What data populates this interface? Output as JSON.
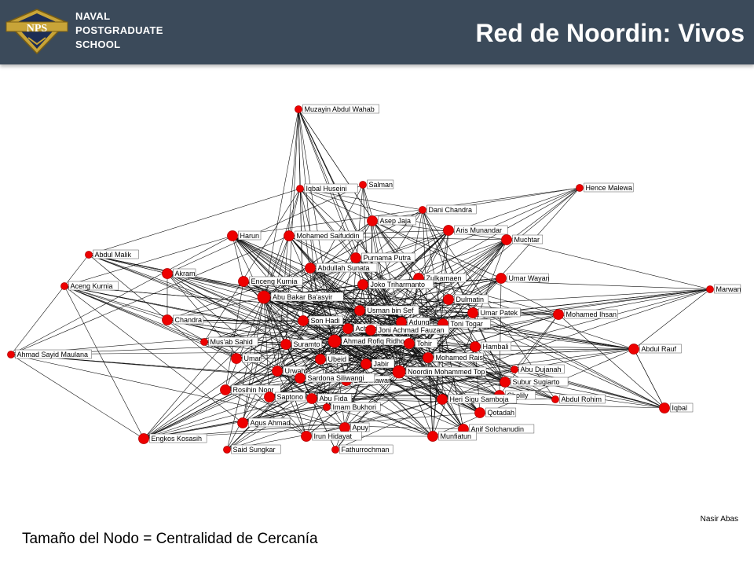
{
  "header": {
    "institution_lines": [
      "NAVAL",
      "POSTGRADUATE",
      "SCHOOL"
    ],
    "logo_text": "NPS",
    "title": "Red de Noordin: Vivos",
    "header_color": "#3b4a5a"
  },
  "caption": "Tamaño del Nodo = Centralidad de Cercanía",
  "credit": "Nasir Abas",
  "graph": {
    "node_color": "#ee0000",
    "nodes": [
      {
        "id": "Muzayin Abdul Wahab",
        "size": "small"
      },
      {
        "id": "Iqbal Huseini",
        "size": "small"
      },
      {
        "id": "Salman",
        "size": "small"
      },
      {
        "id": "Hence Malewa",
        "size": "small"
      },
      {
        "id": "Dani Chandra",
        "size": "small"
      },
      {
        "id": "Asep Jaja",
        "size": "medium"
      },
      {
        "id": "Aris Munandar",
        "size": "medium"
      },
      {
        "id": "Harun",
        "size": "medium"
      },
      {
        "id": "Mohamed Saifuddin",
        "size": "medium"
      },
      {
        "id": "Muchtar",
        "size": "medium"
      },
      {
        "id": "Abdul Malik",
        "size": "small"
      },
      {
        "id": "Purnama Putra",
        "size": "medium"
      },
      {
        "id": "Akram",
        "size": "medium"
      },
      {
        "id": "Abdullah Sunata",
        "size": "medium"
      },
      {
        "id": "Zulkarnaen",
        "size": "medium"
      },
      {
        "id": "Umar Wayan",
        "size": "medium"
      },
      {
        "id": "Aceng Kurnia",
        "size": "small"
      },
      {
        "id": "Enceng Kurnia",
        "size": "medium"
      },
      {
        "id": "Joko Triharmanto",
        "size": "medium"
      },
      {
        "id": "Marwan",
        "size": "small"
      },
      {
        "id": "Abu Bakar Ba'asyir",
        "size": "large"
      },
      {
        "id": "Dulmatin",
        "size": "medium"
      },
      {
        "id": "Usman bin Sef",
        "size": "medium"
      },
      {
        "id": "Umar Patek",
        "size": "medium"
      },
      {
        "id": "Mohamed Ihsan",
        "size": "medium"
      },
      {
        "id": "Chandra",
        "size": "medium"
      },
      {
        "id": "Son Hadi",
        "size": "medium"
      },
      {
        "id": "Adung",
        "size": "medium"
      },
      {
        "id": "Toni Togar",
        "size": "medium"
      },
      {
        "id": "Achmad",
        "size": "medium"
      },
      {
        "id": "Joni Achmad Fauzan",
        "size": "medium"
      },
      {
        "id": "Mus'ab Sahid",
        "size": "small"
      },
      {
        "id": "Suramto",
        "size": "medium"
      },
      {
        "id": "Ahmad Rofiq Ridho",
        "size": "large"
      },
      {
        "id": "Tohir",
        "size": "medium"
      },
      {
        "id": "Hambali",
        "size": "medium"
      },
      {
        "id": "Abdul Rauf",
        "size": "medium"
      },
      {
        "id": "Ahmad Sayid Maulana",
        "size": "small"
      },
      {
        "id": "Umar",
        "size": "medium"
      },
      {
        "id": "Ubeid",
        "size": "medium"
      },
      {
        "id": "Mohamed Rais",
        "size": "medium"
      },
      {
        "id": "Jabir",
        "size": "medium"
      },
      {
        "id": "Urwah",
        "size": "medium"
      },
      {
        "id": "Noordin Mohammed Top",
        "size": "large"
      },
      {
        "id": "Abu Dujanah",
        "size": "small"
      },
      {
        "id": "Subur Sugiarto",
        "size": "medium"
      },
      {
        "id": "Dharmawan",
        "size": "medium"
      },
      {
        "id": "Sardona Siliwangi",
        "size": "medium"
      },
      {
        "id": "Rosihin Noor",
        "size": "medium"
      },
      {
        "id": "Saptono",
        "size": "medium"
      },
      {
        "id": "Abu Fida",
        "size": "medium"
      },
      {
        "id": "Cholily",
        "size": "medium"
      },
      {
        "id": "Abdul Rohim",
        "size": "small"
      },
      {
        "id": "Heri Sigu Samboja",
        "size": "medium"
      },
      {
        "id": "Iqbal",
        "size": "medium"
      },
      {
        "id": "Imam Bukhori",
        "size": "small"
      },
      {
        "id": "Qotadah",
        "size": "medium"
      },
      {
        "id": "Agus Ahmad",
        "size": "medium"
      },
      {
        "id": "Apuy",
        "size": "medium"
      },
      {
        "id": "Anif Solchanudin",
        "size": "medium"
      },
      {
        "id": "Engkos Kosasih",
        "size": "medium"
      },
      {
        "id": "Irun Hidayat",
        "size": "medium"
      },
      {
        "id": "Munfiatun",
        "size": "medium"
      },
      {
        "id": "Said Sungkar",
        "size": "small"
      },
      {
        "id": "Fathurrochman",
        "size": "small"
      }
    ]
  }
}
